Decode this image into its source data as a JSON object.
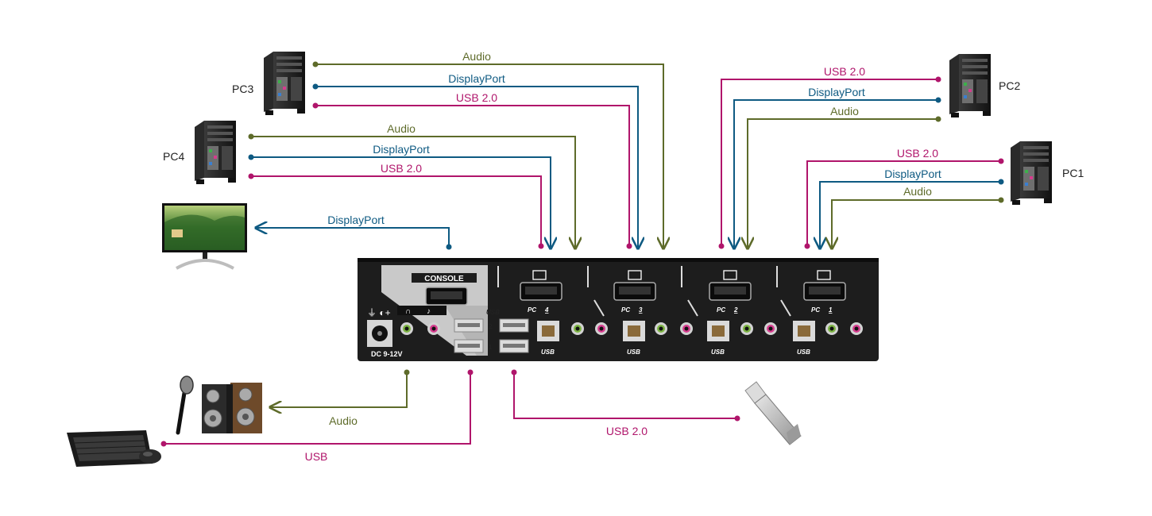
{
  "colors": {
    "audio": "#5e6b2a",
    "displayport": "#0e5a82",
    "usb": "#b0156b",
    "device_body": "#1d1d1d"
  },
  "pcs": {
    "pc1": "PC1",
    "pc2": "PC2",
    "pc3": "PC3",
    "pc4": "PC4"
  },
  "cables": {
    "pc3_audio": "Audio",
    "pc3_dp": "DisplayPort",
    "pc3_usb": "USB 2.0",
    "pc4_audio": "Audio",
    "pc4_dp": "DisplayPort",
    "pc4_usb": "USB 2.0",
    "pc2_usb": "USB 2.0",
    "pc2_dp": "DisplayPort",
    "pc2_audio": "Audio",
    "pc1_usb": "USB 2.0",
    "pc1_dp": "DisplayPort",
    "pc1_audio": "Audio",
    "monitor_dp": "DisplayPort",
    "speakers_audio": "Audio",
    "keyboard_usb": "USB",
    "flash_usb": "USB 2.0"
  },
  "device": {
    "console": "CONSOLE",
    "dc_label": "DC 9-12V",
    "usb_label": "USB",
    "port_usb": "USB",
    "pc_tag": "PC",
    "port_nums": [
      "4",
      "3",
      "2",
      "1"
    ],
    "hub_nums": [
      "2",
      "1"
    ]
  },
  "icons": [
    "tower-pc-icon",
    "monitor-icon",
    "microphone-icon",
    "speaker-icon",
    "keyboard-icon",
    "mouse-icon",
    "usb-flash-drive-icon"
  ]
}
